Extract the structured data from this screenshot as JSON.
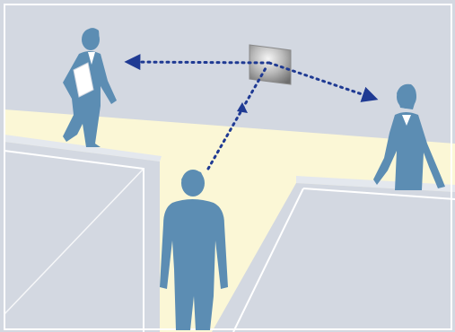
{
  "scene": {
    "colors": {
      "wall": "#d3d8e1",
      "floor": "#fbf7d6",
      "block_face": "#d3d8e1",
      "block_edge": "#ffffff",
      "person": "#5c8db3",
      "person_detail": "#ffffff",
      "arrow": "#1f3a93",
      "device_light": "#f4f4f4",
      "device_dark": "#6d6d6d"
    },
    "elements": {
      "device": "wall-mounted-sensor",
      "people": [
        "walking-person-with-folder",
        "standing-person-right",
        "standing-person-foreground"
      ],
      "arrows": [
        "arrow-to-left-person",
        "arrow-to-right-person",
        "arrow-from-foreground-person"
      ]
    }
  }
}
